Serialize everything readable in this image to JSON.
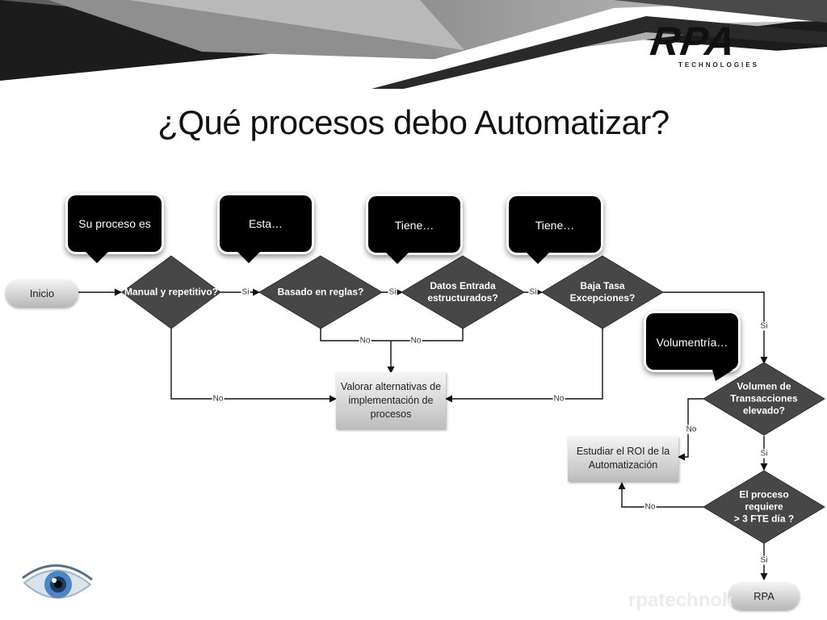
{
  "slide": {
    "title": "¿Qué procesos debo Automatizar?",
    "logo_text": "RPA",
    "logo_subtext": "TECHNOLOGIES",
    "watermark": "rpatechnologies"
  },
  "callouts": [
    {
      "text": "Su proceso es"
    },
    {
      "text": "Esta…"
    },
    {
      "text": "Tiene…"
    },
    {
      "text": "Tiene…"
    },
    {
      "text": "Volumentría…"
    }
  ],
  "nodes": {
    "inicio": "Inicio",
    "d_manual": "Manual y repetitivo?",
    "d_reglas": "Basado en reglas?",
    "d_datos": "Datos Entrada\nestructurados?",
    "d_excepciones": "Baja Tasa\nExcepciones?",
    "valorar": "Valorar alternativas de\nimplementación de\nprocesos",
    "d_volumen": "Volumen de\nTransacciones\nelevado?",
    "estudiar_roi": "Estudiar el ROI de la\nAutomatización",
    "d_fte": "El proceso requiere\n> 3 FTE día ?",
    "rpa": "RPA"
  },
  "edge_labels": {
    "yes": "Si",
    "no": "No"
  },
  "colors": {
    "diamond": "#4a4a4a",
    "callout": "#000000",
    "banner_dark": "#1a1a1a",
    "banner_grey": "#8a8a8a"
  }
}
